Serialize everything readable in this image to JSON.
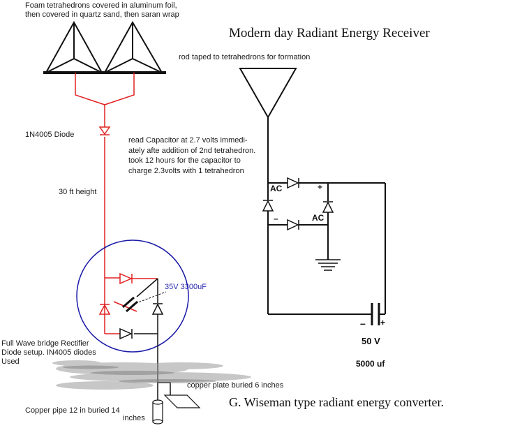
{
  "title": "Modern day Radiant Energy Receiver",
  "footer_title": "G. Wiseman type radiant energy converter.",
  "labels": {
    "foam_note": "Foam tetrahedrons covered in aluminum foil,\nthen covered in quartz sand, then saran wrap",
    "rod_note": "rod taped to tetrahedrons for formation",
    "diode": "1N4005 Diode",
    "capacitor_note": "read Capacitor at 2.7 volts immedi-\nately afte addition of 2nd tetrahedron.\ntook 12 hours for the capacitor to\ncharge 2.3volts with 1 tetrahedron",
    "height": "30 ft height",
    "cap_value": "35V 3300uF",
    "bridge_note": "Full Wave bridge Rectifier\nDiode setup. IN4005 diodes\nUsed",
    "copper_plate": "copper plate buried 6 inches",
    "copper_pipe": "Copper pipe 12 in buried 14",
    "inches": "inches",
    "ac_top": "AC",
    "ac_bottom": "AC",
    "plus_sign": "+",
    "minus_sign": "–",
    "cap_minus": "–",
    "cap_plus": "+",
    "voltage": "50 V",
    "capacitance": "5000 uf"
  },
  "colors": {
    "wire_red": "#e02020",
    "circle_blue": "#1a1aa6",
    "cap_label_blue": "#2a2ab0",
    "black": "#111111",
    "ground_gray": "#9a9a9a"
  }
}
